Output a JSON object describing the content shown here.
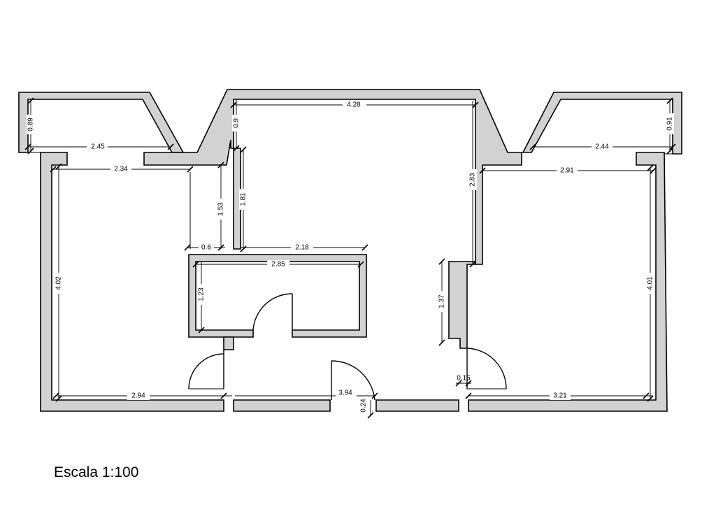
{
  "scale_label": "Escala 1:100",
  "dimensions": {
    "balcony_left_height": "0.89",
    "balcony_left_width": "2.45",
    "balcony_right_height": "0.91",
    "balcony_right_width": "2.44",
    "top_room_width": "4.28",
    "top_room_notch": "0.9",
    "top_room_left_wall": "1.81",
    "top_room_bottom": "2.18",
    "right_wall_upper": "2.83",
    "right_room_width": "2.91",
    "right_room_height": "4.01",
    "right_room_bottom": "3.21",
    "left_room_width": "2.34",
    "left_room_height": "4.02",
    "left_room_bottom": "2.94",
    "closet_height": "1.53",
    "closet_width": "0.6",
    "bath_width": "2.85",
    "bath_height": "1.23",
    "partition_length": "1.37",
    "entrance_width": "3.94",
    "entrance_step": "0.24",
    "wall_thickness": "0.15"
  }
}
